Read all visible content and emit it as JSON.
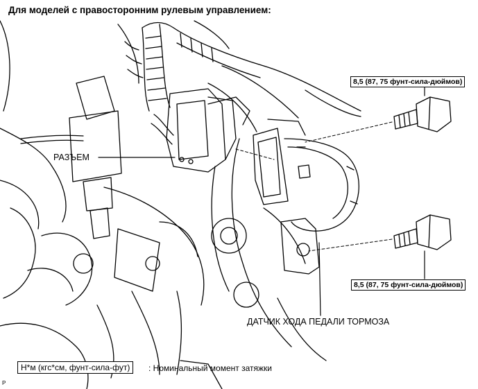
{
  "title": "Для моделей с правосторонним рулевым управлением:",
  "callouts": {
    "connector": "РАЗЪЕМ",
    "sensor": "ДАТЧИК ХОДА ПЕДАЛИ ТОРМОЗА",
    "torque_upper": "8,5 (87, 75 фунт-сила-дюймов)",
    "torque_lower": "8,5 (87, 75 фунт-сила-дюймов)"
  },
  "legend": {
    "box": "Н*м (кгс*см, фунт-сила-фут)",
    "text": ": Номинальный момент затяжки"
  },
  "corner_code": "P",
  "icons": [
    "bolt-icon",
    "connector-icon",
    "sensor-icon",
    "wire-harness-icon"
  ],
  "colors": {
    "ink": "#000000",
    "background": "#ffffff"
  }
}
